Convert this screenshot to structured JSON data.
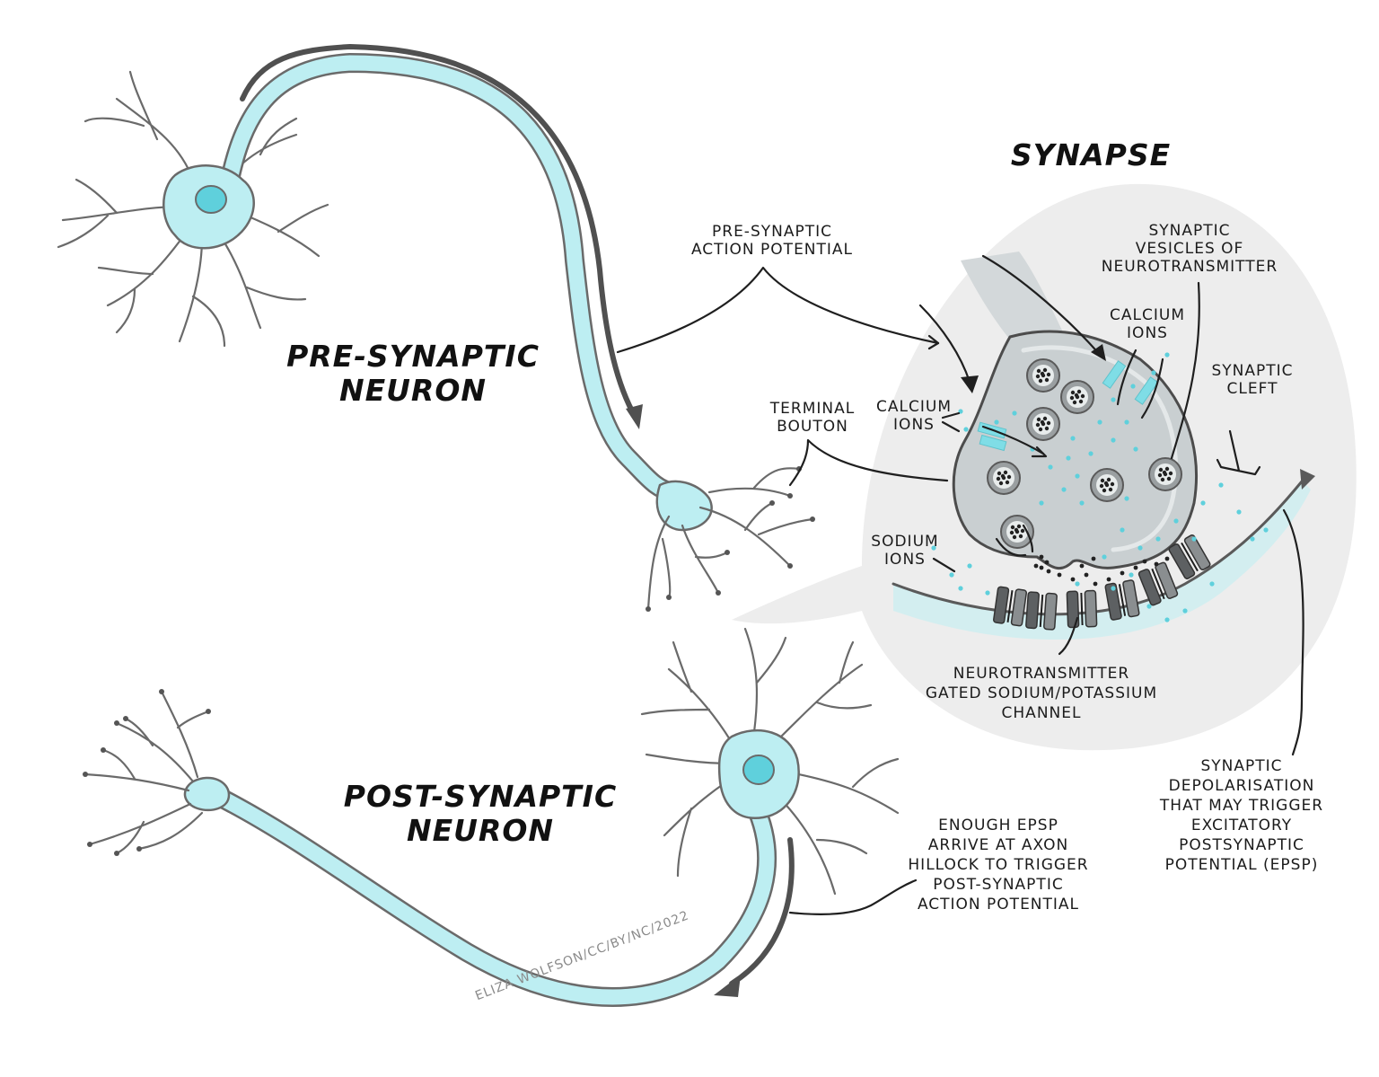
{
  "title": "SYNAPSE",
  "pre_neuron": {
    "line1": "PRE-SYNAPTIC",
    "line2": "NEURON"
  },
  "post_neuron": {
    "line1": "POST-SYNAPTIC",
    "line2": "NEURON"
  },
  "labels": {
    "pre_action_potential": [
      "PRE-SYNAPTIC",
      "ACTION POTENTIAL"
    ],
    "terminal_bouton": [
      "TERMINAL",
      "BOUTON"
    ],
    "calcium_ions_left": [
      "CALCIUM",
      "IONS"
    ],
    "calcium_ions_top": [
      "CALCIUM",
      "IONS"
    ],
    "synaptic_vesicles": [
      "SYNAPTIC",
      "VESICLES OF",
      "NEUROTRANSMITTER"
    ],
    "synaptic_cleft": [
      "SYNAPTIC",
      "CLEFT"
    ],
    "sodium_ions": [
      "SODIUM",
      "IONS"
    ],
    "channel": [
      "NEUROTRANSMITTER",
      "GATED SODIUM/POTASSIUM",
      "CHANNEL"
    ],
    "depolarisation": [
      "SYNAPTIC",
      "DEPOLARISATION",
      "THAT MAY TRIGGER",
      "EXCITATORY",
      "POSTSYNAPTIC",
      "POTENTIAL (EPSP)"
    ],
    "epsp_hillock": [
      "ENOUGH EPSP",
      "ARRIVE AT AXON",
      "HILLOCK TO TRIGGER",
      "POST-SYNAPTIC",
      "ACTION POTENTIAL"
    ]
  },
  "credit": "ELIZA WOLFSON/CC/BY/NC/2022",
  "colors": {
    "cyan": "#bdeef2",
    "cyan_dark": "#5fd0dc",
    "outline": "#6a6a6a",
    "bouton": "#d3d8da",
    "zoom_bg": "#ececec"
  }
}
